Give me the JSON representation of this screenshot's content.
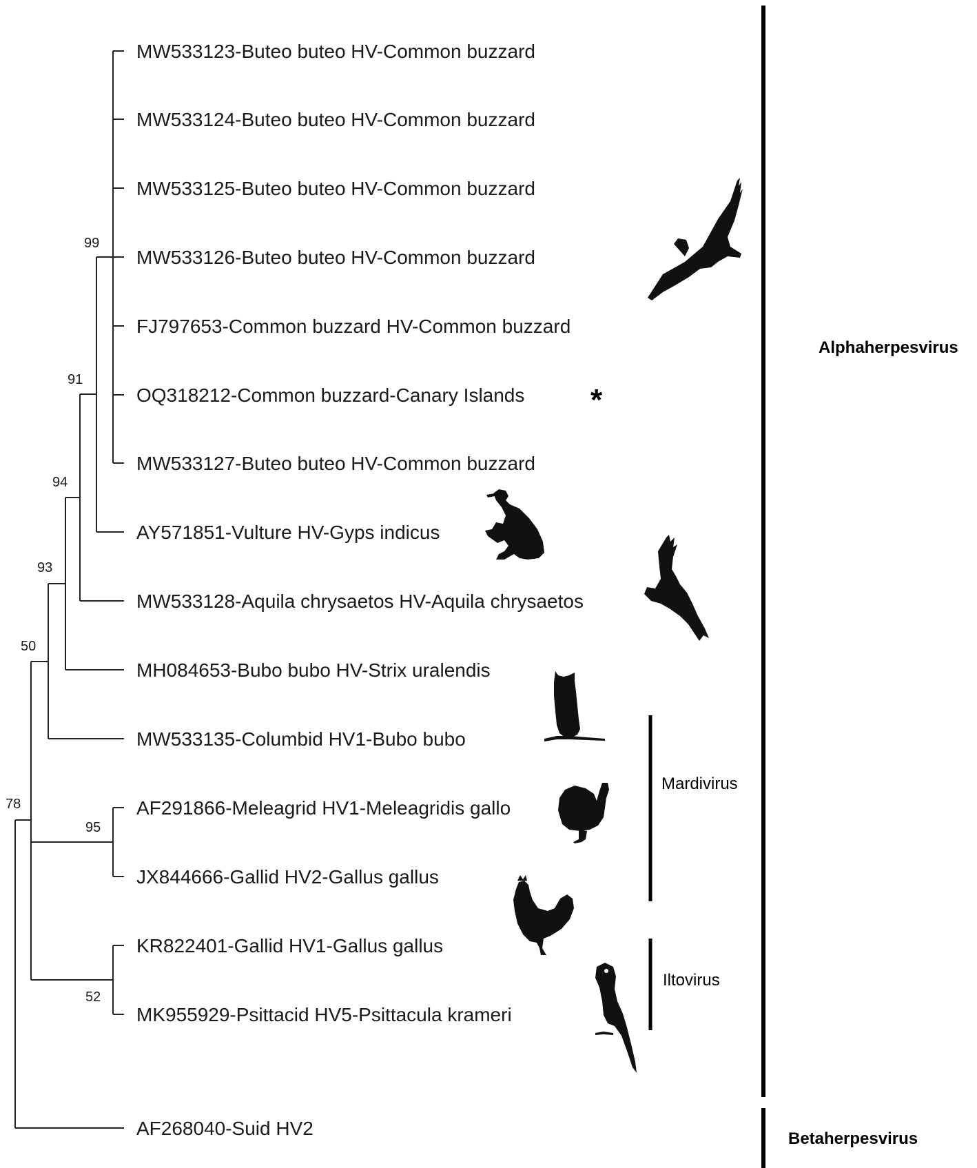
{
  "taxa": [
    {
      "label": "MW533123-Buteo buteo HV-Common buzzard"
    },
    {
      "label": "MW533124-Buteo buteo HV-Common buzzard"
    },
    {
      "label": "MW533125-Buteo buteo HV-Common buzzard"
    },
    {
      "label": "MW533126-Buteo buteo HV-Common buzzard"
    },
    {
      "label": "FJ797653-Common buzzard HV-Common buzzard"
    },
    {
      "label": "OQ318212-Common buzzard-Canary Islands"
    },
    {
      "label": "MW533127-Buteo buteo HV-Common buzzard"
    },
    {
      "label": "AY571851-Vulture HV-Gyps indicus"
    },
    {
      "label": "MW533128-Aquila chrysaetos HV-Aquila chrysaetos"
    },
    {
      "label": "MH084653-Bubo bubo HV-Strix uralendis"
    },
    {
      "label": "MW533135-Columbid HV1-Bubo bubo"
    },
    {
      "label": "AF291866-Meleagrid HV1-Meleagridis gallo"
    },
    {
      "label": "JX844666-Gallid HV2-Gallus gallus"
    },
    {
      "label": "KR822401-Gallid HV1-Gallus gallus"
    },
    {
      "label": "MK955929-Psittacid HV5-Psittacula krameri"
    },
    {
      "label": "AF268040-Suid HV2"
    }
  ],
  "highlight_marker": "*",
  "support_values": [
    "99",
    "91",
    "94",
    "93",
    "50",
    "78",
    "95",
    "52"
  ],
  "groups": {
    "alpha": "Alphaherpesvirus",
    "mardi": "Mardivirus",
    "ilto": "Iltovirus",
    "beta": "Betaherpesvirus"
  },
  "silhouettes": [
    "buzzard-icon",
    "vulture-icon",
    "eagle-icon",
    "owl-icon",
    "turkey-icon",
    "rooster-icon",
    "parrot-icon"
  ]
}
